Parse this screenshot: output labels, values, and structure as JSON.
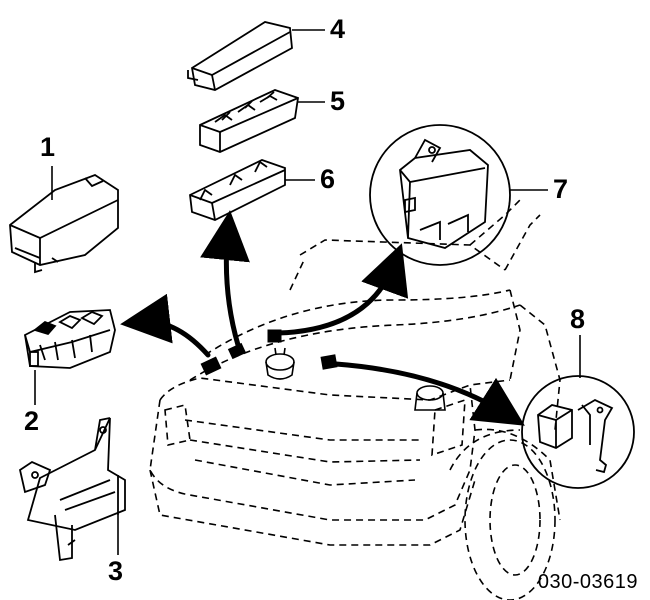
{
  "callouts": {
    "c1": "1",
    "c2": "2",
    "c3": "3",
    "c4": "4",
    "c5": "5",
    "c6": "6",
    "c7": "7",
    "c8": "8"
  },
  "reference_number": "030-03619",
  "colors": {
    "ink": "#000000",
    "background": "#ffffff"
  }
}
